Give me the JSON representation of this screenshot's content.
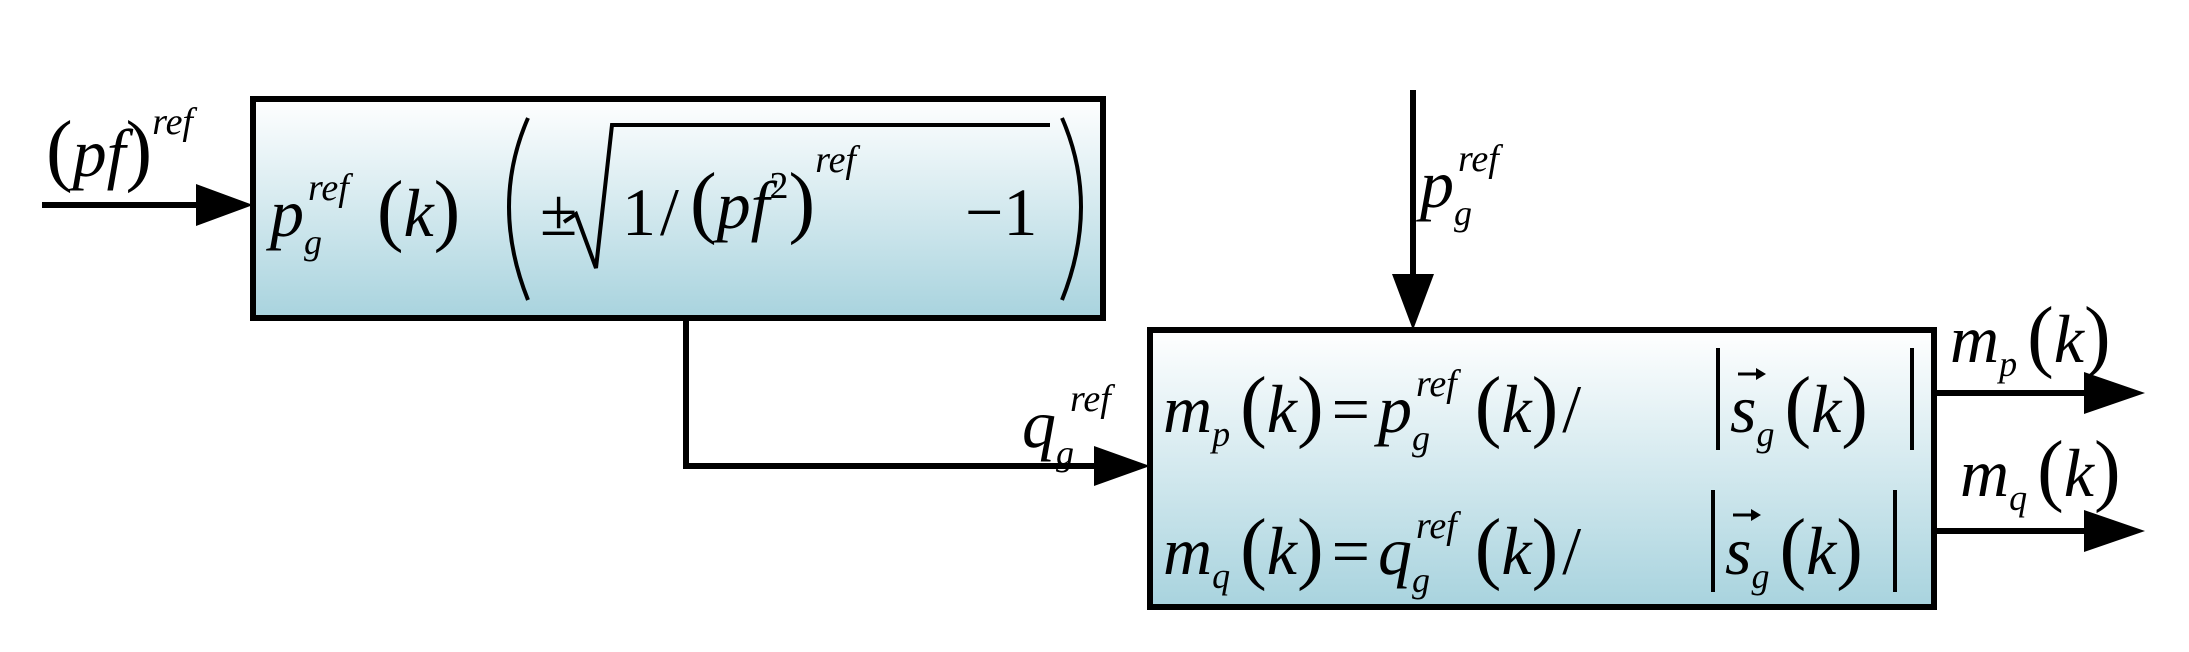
{
  "diagram": {
    "input_pf": {
      "base": "pf",
      "sup": "ref"
    },
    "block1": {
      "p_base": "p",
      "p_sub": "g",
      "p_sup": "ref",
      "k": "k",
      "pm": "±",
      "one": "1",
      "slash": "/",
      "pf_inner": "pf",
      "sq": "2",
      "pf_sup": "ref",
      "minus_one": "−1"
    },
    "input_p": {
      "base": "p",
      "sub": "g",
      "sup": "ref"
    },
    "input_q": {
      "base": "q",
      "sub": "g",
      "sup": "ref"
    },
    "block2": {
      "line1": {
        "m": "m",
        "m_sub": "p",
        "k": "k",
        "eq": "=",
        "rhs_base": "p",
        "rhs_sub": "g",
        "rhs_sup": "ref",
        "slash": "/",
        "s": "s",
        "s_sub": "g"
      },
      "line2": {
        "m": "m",
        "m_sub": "q",
        "k": "k",
        "eq": "=",
        "rhs_base": "q",
        "rhs_sub": "g",
        "rhs_sup": "ref",
        "slash": "/",
        "s": "s",
        "s_sub": "g"
      }
    },
    "out_p": {
      "base": "m",
      "sub": "p",
      "k": "k"
    },
    "out_q": {
      "base": "m",
      "sub": "q",
      "k": "k"
    }
  }
}
